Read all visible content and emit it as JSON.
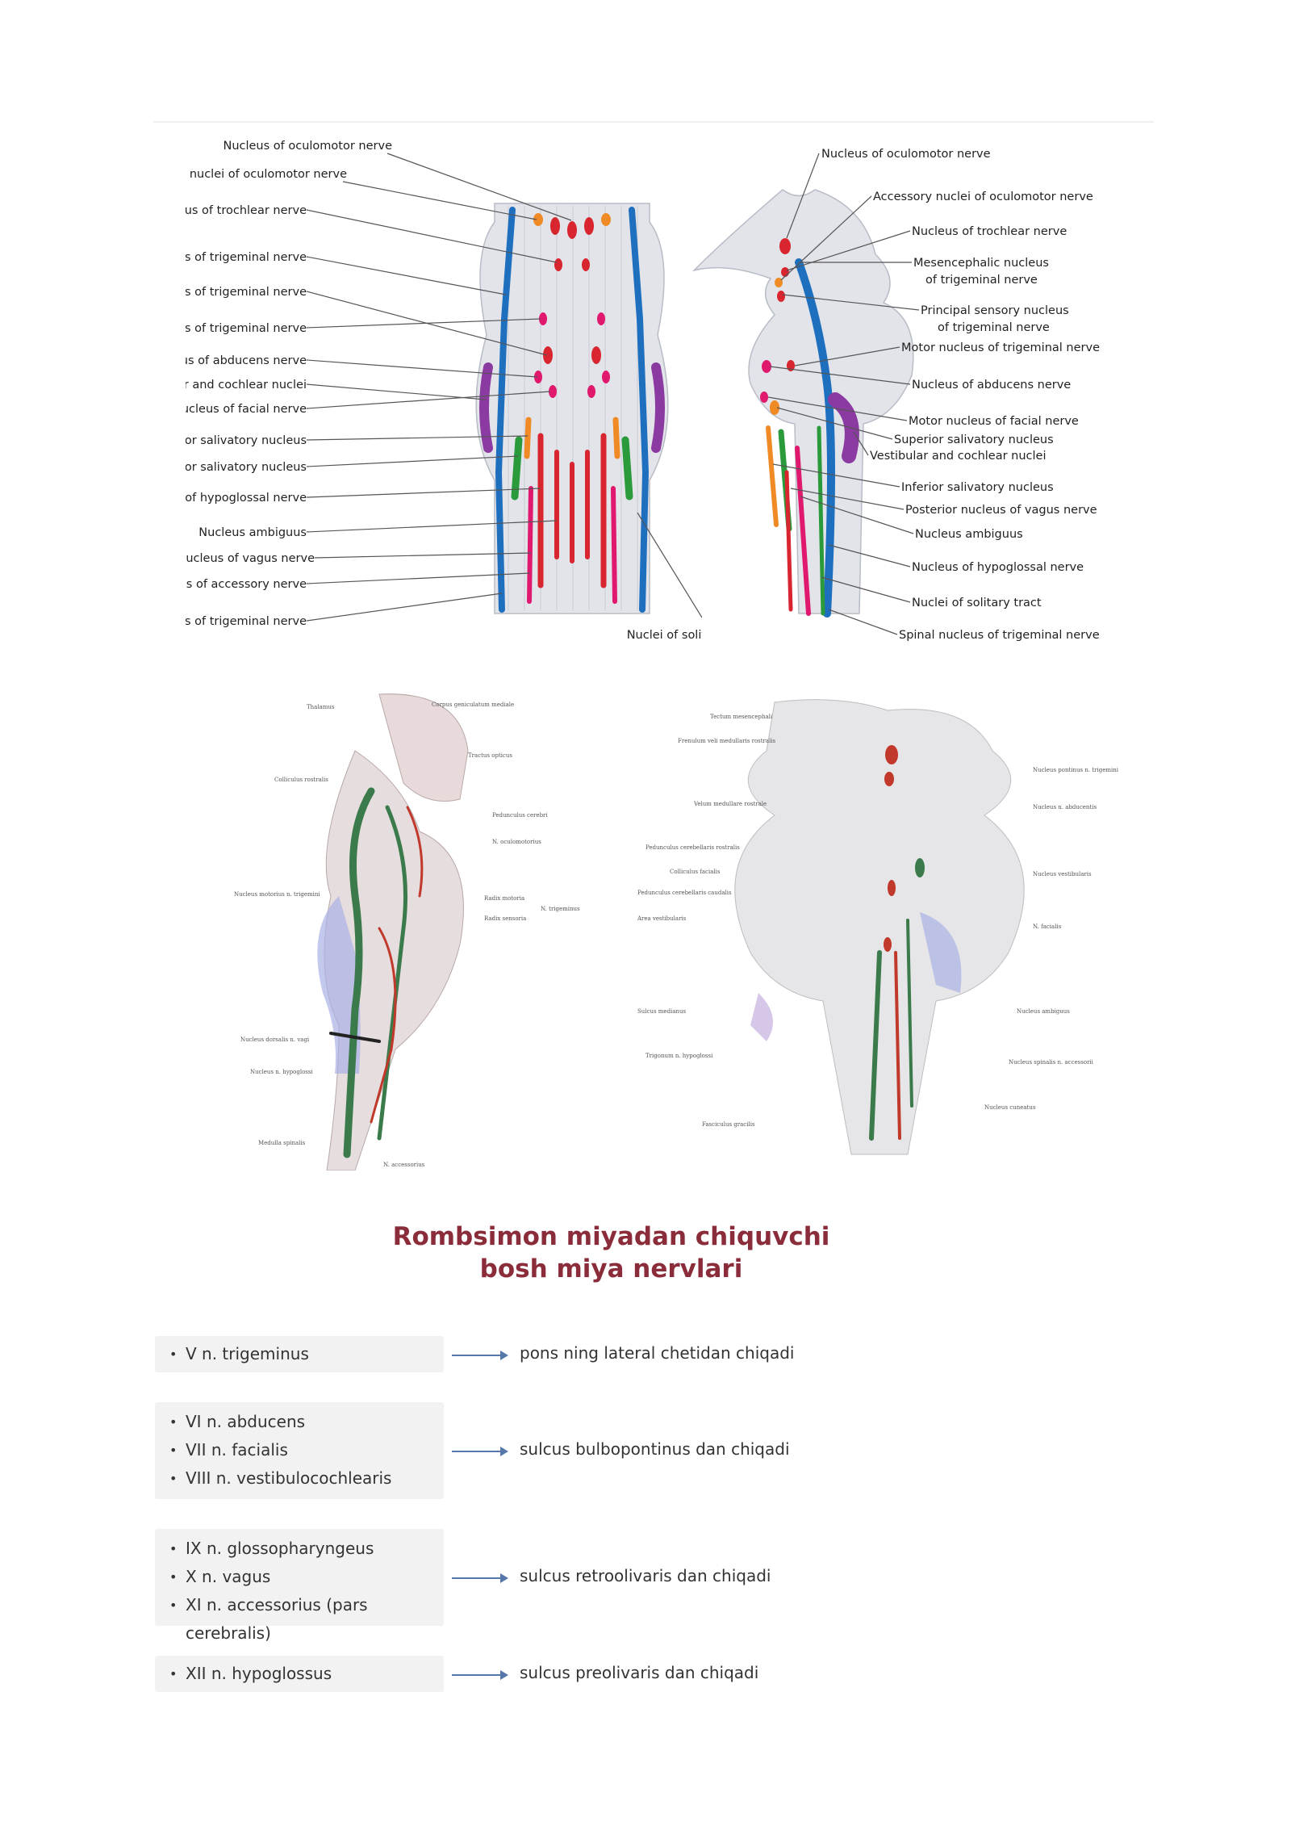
{
  "diagram1": {
    "left_labels": [
      "Nucleus of oculomotor nerve",
      "Accessory nuclei of oculomotor nerve",
      "Nucleus of trochlear nerve",
      "Mesencephalic nucleus of trigeminal nerve",
      "Motor nucleus of trigeminal nerve",
      "Principal sensory nucleus of trigeminal nerve",
      "Nucleus of abducens nerve",
      "Vestibular and cochlear nuclei",
      "Motor nucleus of facial nerve",
      "Superior salivatory nucleus",
      "Inferior salivatory nucleus",
      "Nucleus of hypoglossal nerve",
      "Nucleus ambiguus",
      "Posterior nucleus of vagus nerve",
      "Nucleus of accessory nerve",
      "Spinal nucleus of trigeminal nerve"
    ],
    "bottom_label": "Nuclei of solitary tract"
  },
  "diagram2": {
    "right_labels": [
      "Nucleus of oculomotor nerve",
      "Accessory nuclei of oculomotor nerve",
      "Nucleus of trochlear nerve",
      "Mesencephalic nucleus",
      "of trigeminal nerve",
      "Principal sensory nucleus",
      "of trigeminal nerve",
      "Motor nucleus of trigeminal nerve",
      "Nucleus of abducens nerve",
      "Motor nucleus of facial nerve",
      "Superior salivatory nucleus",
      "Vestibular and cochlear nuclei",
      "Inferior salivatory nucleus",
      "Posterior nucleus of vagus nerve",
      "Nucleus ambiguus",
      "Nucleus of hypoglossal nerve",
      "Nuclei of solitary tract",
      "Spinal nucleus of trigeminal nerve"
    ]
  },
  "colors": {
    "blue": "#1f6fbf",
    "red": "#d8252f",
    "magenta": "#e0196e",
    "orange": "#f08a24",
    "purple": "#8a3aa0",
    "green": "#2a9a3a",
    "title": "#8a2c3a",
    "arrow": "#5577aa"
  },
  "title": {
    "line1": "Rombsimon miyadan chiquvchi",
    "line2": "bosh miya nervlari"
  },
  "groups": [
    {
      "items": [
        "V n. trigeminus"
      ],
      "desc": "pons ning lateral chetidan chiqadi"
    },
    {
      "items": [
        "VI n. abducens",
        "VII n. facialis",
        "VIII n. vestibulocochlearis"
      ],
      "desc": "sulcus bulbopontinus dan chiqadi"
    },
    {
      "items": [
        "IX n. glossopharyngeus",
        "X n. vagus",
        "XI n. accessorius (pars cerebralis)"
      ],
      "desc": "sulcus retroolivaris dan chiqadi"
    },
    {
      "items": [
        "XII n. hypoglossus"
      ],
      "desc": "sulcus preolivaris dan chiqadi"
    }
  ]
}
